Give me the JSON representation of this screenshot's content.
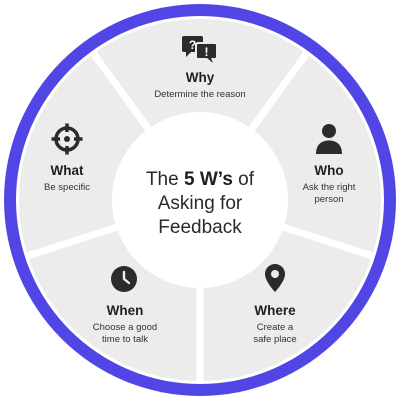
{
  "colors": {
    "ring": "#5046e5",
    "segment": "#ececec",
    "divider": "#ffffff",
    "center": "#ffffff",
    "icon": "#2b2b2b"
  },
  "center": {
    "pre": "The ",
    "bold": "5 W’s",
    "post": " of",
    "line2": "Asking for",
    "line3": "Feedback"
  },
  "segments": {
    "why": {
      "title": "Why",
      "desc": "Determine the reason",
      "icon": "question-bubbles-icon"
    },
    "who": {
      "title": "Who",
      "desc_line1": "Ask the right",
      "desc_line2": "person",
      "icon": "person-icon"
    },
    "where": {
      "title": "Where",
      "desc_line1": "Create a",
      "desc_line2": "safe place",
      "icon": "map-pin-icon"
    },
    "when": {
      "title": "When",
      "desc_line1": "Choose a good",
      "desc_line2": "time to talk",
      "icon": "clock-icon"
    },
    "what": {
      "title": "What",
      "desc": "Be specific",
      "icon": "crosshair-target-icon"
    }
  }
}
